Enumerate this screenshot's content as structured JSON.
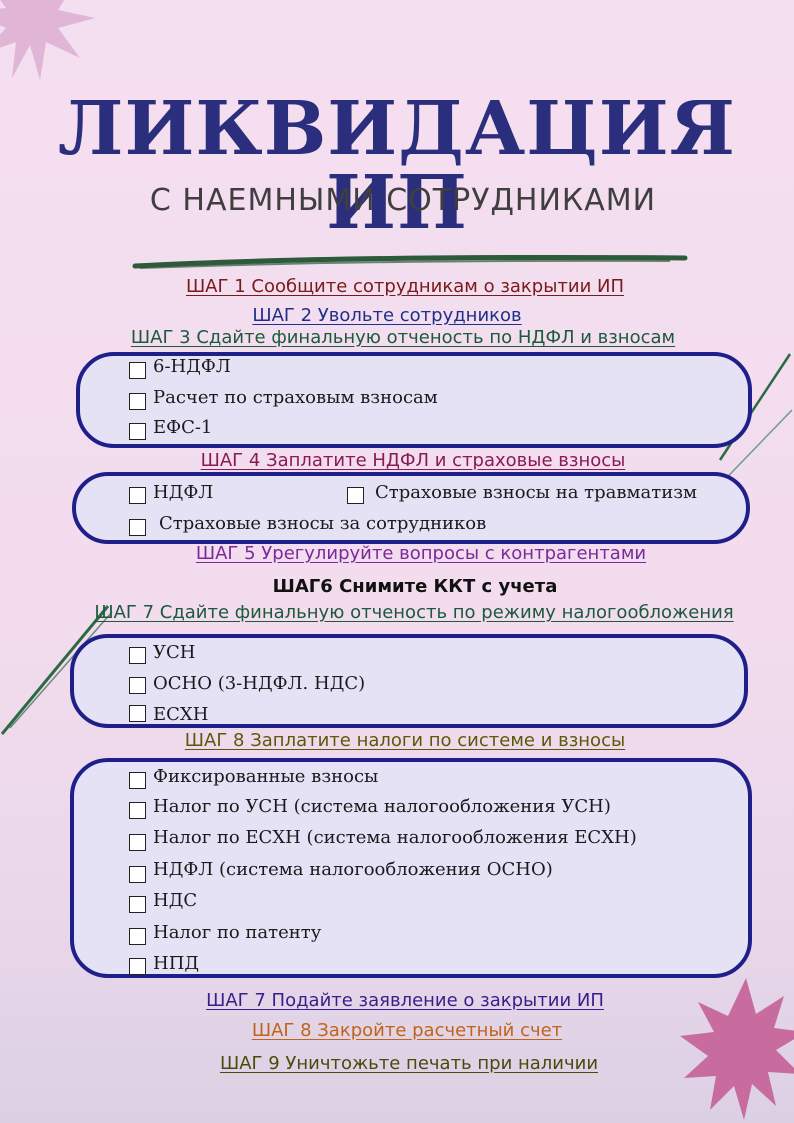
{
  "title": "ЛИКВИДАЦИЯ ИП",
  "subtitle": "С НАЕМНЫМИ СОТРУДНИКАМИ",
  "steps": [
    {
      "label": "ШАГ 1 Сообщите сотрудникам о закрытии ИП",
      "color": "#7a1a1a"
    },
    {
      "label": "ШАГ 2 Увольте сотрудников",
      "color": "#1f2f8a"
    },
    {
      "label": "ШАГ 3 Сдайте финальную отченость по НДФЛ и  взносам",
      "color": "#1c5a3c"
    },
    {
      "label": "ШАГ 4 Заплатите НДФЛ и страховые взносы",
      "color": "#8a1a55"
    },
    {
      "label": "ШАГ 5 Урегулируйте вопросы с контрагентами",
      "color": "#7a2a9a"
    },
    {
      "label": "ШАГ6 Снимите ККТ с учета",
      "color": "#111111"
    },
    {
      "label": "ШАГ 7 Сдайте финальную отченость по режиму налогообложения",
      "color": "#1c5a3c"
    },
    {
      "label": "ШАГ 8 Заплатите налоги по системе и взносы",
      "color": "#5a5a0a"
    },
    {
      "label": "ШАГ 7 Подайте заявление о закрытии ИП",
      "color": "#3a1f8a"
    },
    {
      "label": "ШАГ 8 Закройте расчетный счет",
      "color": "#c0641a"
    },
    {
      "label": "ШАГ 9 Уничтожьте печать при наличии",
      "color": "#4a4a0a"
    }
  ],
  "checklists": {
    "ndfl_reports": [
      "6-НДФЛ",
      "Расчет по страховым взносам",
      "ЕФС-1"
    ],
    "payments": [
      "НДФЛ",
      "Страховые взносы на травматизм",
      "Страховые взносы за сотрудников"
    ],
    "regime_reports": [
      "УСН",
      "ОСНО (3-НДФЛ. НДС)",
      "ЕСХН"
    ],
    "taxes": [
      "Фиксированные взносы",
      "Налог по УСН (система налогообложения УСН)",
      "Налог по ЕСХН  (система налогообложения ЕСХН)",
      "НДФЛ (система налогообложения  ОСНО)",
      "НДС",
      "Налог по патенту",
      "НПД"
    ]
  },
  "colors": {
    "background": "#f4dff0",
    "title": "#2a2e7c",
    "box_border": "#1f1f8a",
    "box_fill": "#e6e2f6",
    "starburst": "#c86ca0"
  }
}
